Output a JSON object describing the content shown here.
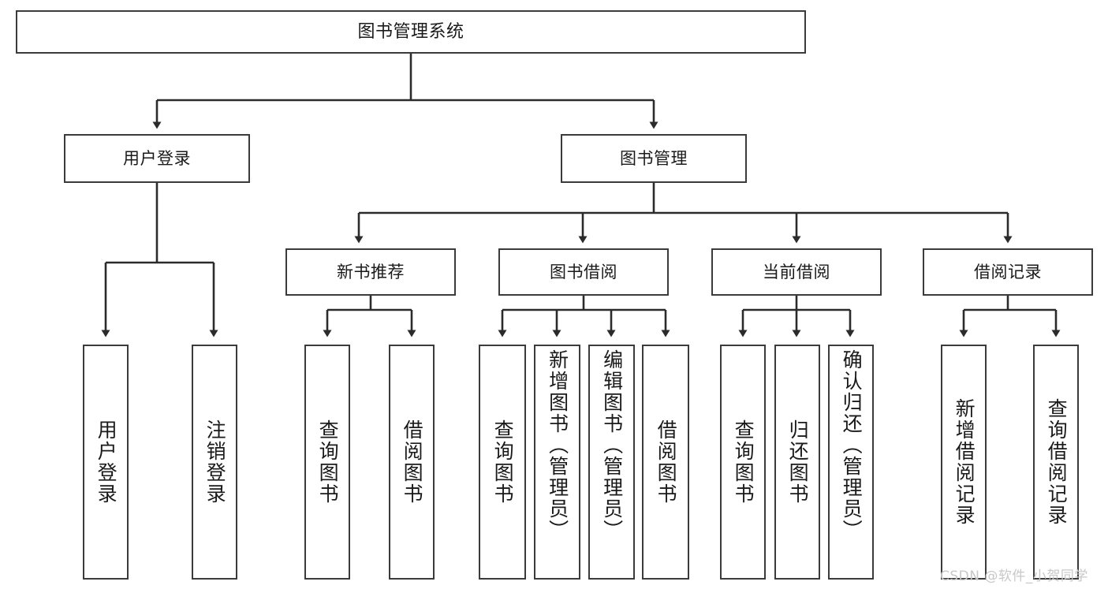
{
  "diagram": {
    "title": "图书管理系统",
    "type": "tree",
    "colors": {
      "box_border": "#3b3b3b",
      "box_fill": "#ffffff",
      "edge": "#2b2b2b",
      "text": "#1a1a1a",
      "watermark": "#c8c8c8",
      "background": "#ffffff"
    },
    "root": {
      "label": "图书管理系统"
    },
    "level2": [
      {
        "label": "用户登录"
      },
      {
        "label": "图书管理"
      }
    ],
    "level3": [
      {
        "label": "新书推荐"
      },
      {
        "label": "图书借阅"
      },
      {
        "label": "当前借阅"
      },
      {
        "label": "借阅记录"
      }
    ],
    "leaves": {
      "user_login": [
        {
          "label": "用户登录"
        },
        {
          "label": "注销登录"
        }
      ],
      "new_book": [
        {
          "label": "查询图书"
        },
        {
          "label": "借阅图书"
        }
      ],
      "borrow": [
        {
          "label": "查询图书"
        },
        {
          "label": "新增图书（管理员）"
        },
        {
          "label": "编辑图书（管理员）"
        },
        {
          "label": "借阅图书"
        }
      ],
      "current": [
        {
          "label": "查询图书"
        },
        {
          "label": "归还图书"
        },
        {
          "label": "确认归还（管理员）"
        }
      ],
      "records": [
        {
          "label": "新增借阅记录"
        },
        {
          "label": "查询借阅记录"
        }
      ]
    },
    "watermark": "CSDN @软件_小贺同学"
  }
}
